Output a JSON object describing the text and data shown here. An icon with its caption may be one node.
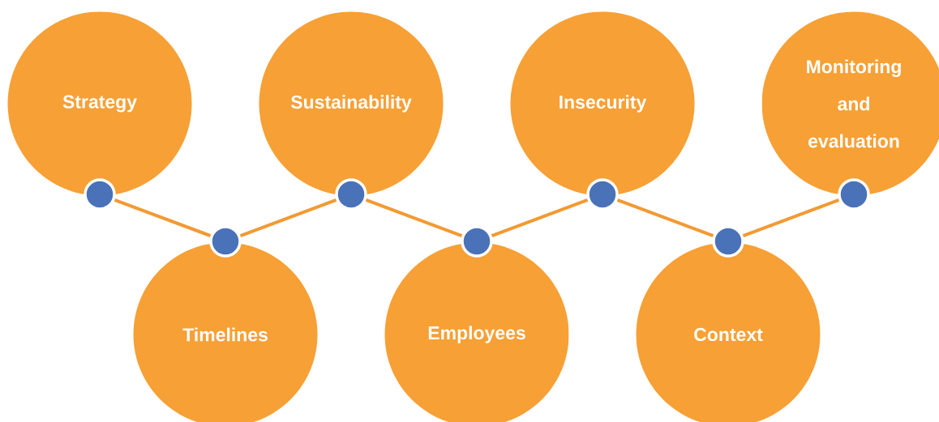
{
  "diagram": {
    "nodes": [
      {
        "text": [
          "Strategy"
        ]
      },
      {
        "text": [
          "Sustainability"
        ]
      },
      {
        "text": [
          "Insecurity"
        ]
      },
      {
        "text": [
          "Monitoring and evaluation"
        ]
      },
      {
        "text": [
          "Timelines"
        ]
      },
      {
        "text": [
          "Employees"
        ]
      },
      {
        "text": [
          "Context"
        ]
      },
      {
        "text": [],
        "shape": "circle"
      },
      {
        "text": [],
        "shape": "circle"
      },
      {
        "text": [],
        "shape": "circle"
      },
      {
        "text": [],
        "shape": "circle"
      },
      {
        "text": [],
        "shape": "circle"
      },
      {
        "text": [],
        "shape": "circle"
      },
      {
        "text": [],
        "shape": "circle"
      }
    ],
    "edges": [
      {
        "from": 7,
        "to": 8,
        "arrow": "none"
      },
      {
        "from": 8,
        "to": 9,
        "arrow": "none"
      },
      {
        "from": 9,
        "to": 10,
        "arrow": "none"
      },
      {
        "from": 10,
        "to": 11,
        "arrow": "none"
      },
      {
        "from": 11,
        "to": 12,
        "arrow": "none"
      },
      {
        "from": 12,
        "to": 13,
        "arrow": "none"
      }
    ]
  }
}
